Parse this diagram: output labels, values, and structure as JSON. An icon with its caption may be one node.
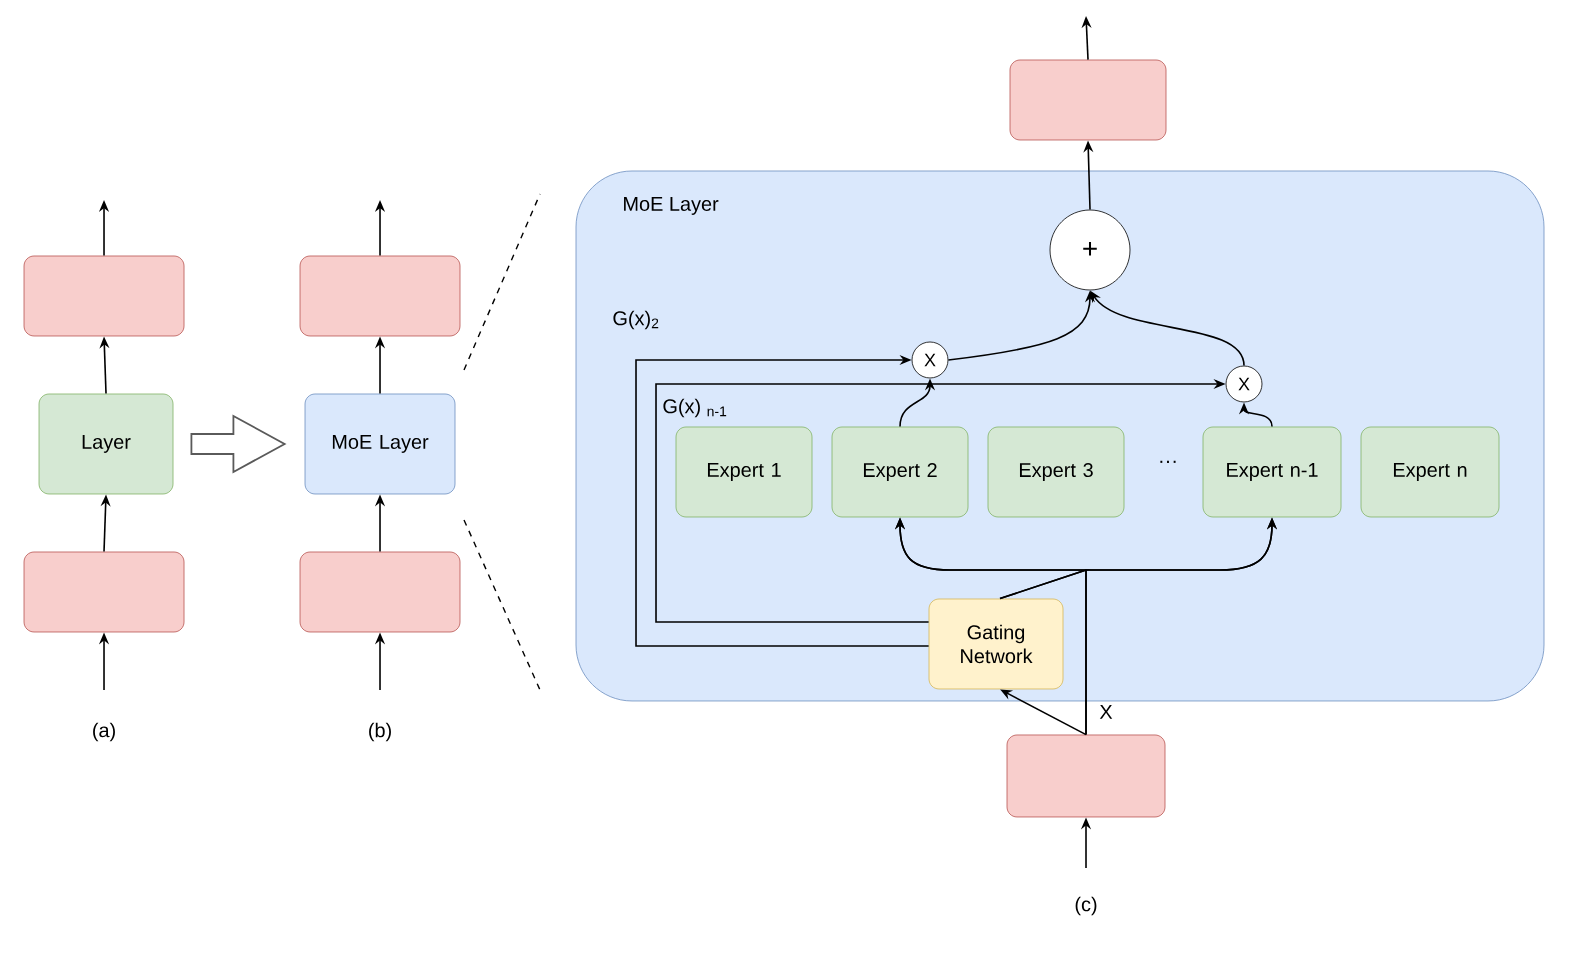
{
  "diagram": {
    "nodes": [
      {
        "text": [],
        "shape": "box"
      },
      {
        "text": [
          "Layer"
        ]
      },
      {
        "text": [],
        "shape": "box"
      },
      {
        "text": [],
        "shape": "box"
      },
      {
        "text": [
          "MoE Layer"
        ]
      },
      {
        "text": [],
        "shape": "box"
      },
      {
        "text": [
          "MoE Layer"
        ]
      },
      {
        "text": [
          "+"
        ],
        "in": 6
      },
      {
        "text": [
          "X"
        ],
        "in": 6
      },
      {
        "text": [
          "X"
        ],
        "in": 6
      },
      {
        "text": [
          "Expert 1"
        ],
        "in": 6
      },
      {
        "text": [
          "Expert 2"
        ],
        "in": 6
      },
      {
        "text": [
          "Expert 3"
        ],
        "in": 6
      },
      {
        "text": [
          "Expert n-1"
        ],
        "in": 6
      },
      {
        "text": [
          "Expert n"
        ],
        "in": 6
      },
      {
        "text": [
          "Gating Network"
        ],
        "in": 6
      },
      {
        "text": [],
        "shape": "box"
      },
      {
        "text": [],
        "shape": "box"
      }
    ],
    "edges": [
      {
        "from": null,
        "to": 2,
        "arrow": "to"
      },
      {
        "from": 2,
        "to": 1,
        "arrow": "to"
      },
      {
        "from": 1,
        "to": 0,
        "arrow": "to"
      },
      {
        "from": 0,
        "to": null,
        "arrow": "to"
      },
      {
        "from": null,
        "to": 5,
        "arrow": "to"
      },
      {
        "from": 5,
        "to": 4,
        "arrow": "to"
      },
      {
        "from": 4,
        "to": 3,
        "arrow": "to"
      },
      {
        "from": 3,
        "to": null,
        "arrow": "to"
      },
      {
        "from": 1,
        "to": 4,
        "arrow": "to",
        "style": "thick"
      },
      {
        "from": null,
        "to": 17,
        "arrow": "to"
      },
      {
        "from": 17,
        "to": 15,
        "arrow": "to"
      },
      {
        "from": 17,
        "to": 11,
        "arrow": "to"
      },
      {
        "from": 17,
        "to": 13,
        "arrow": "to"
      },
      {
        "from": 15,
        "to": 11,
        "arrow": "to"
      },
      {
        "from": 15,
        "to": 13,
        "arrow": "to"
      },
      {
        "from": 15,
        "to": 8,
        "arrow": "to"
      },
      {
        "from": 15,
        "to": 9,
        "arrow": "to"
      },
      {
        "from": 11,
        "to": 8,
        "arrow": "to"
      },
      {
        "from": 13,
        "to": 9,
        "arrow": "to"
      },
      {
        "from": 8,
        "to": 7,
        "arrow": "to"
      },
      {
        "from": 9,
        "to": 7,
        "arrow": "to"
      },
      {
        "from": 7,
        "to": 16,
        "arrow": "to"
      },
      {
        "from": 16,
        "to": null,
        "arrow": "to"
      }
    ],
    "labels": [
      "G(x)$_{2}$",
      "G(x) $_{n-1}$",
      "X",
      "···",
      "(a)",
      "(b)",
      "(c)"
    ]
  }
}
